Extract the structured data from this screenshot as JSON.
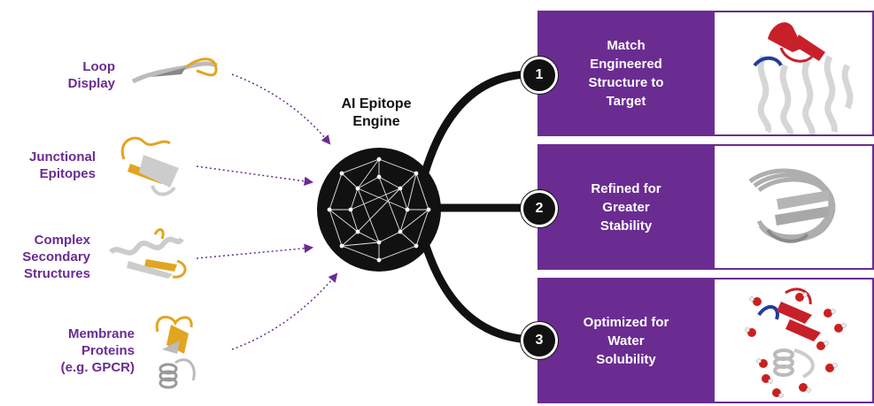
{
  "inputs": [
    {
      "lines": [
        "Loop",
        "Display"
      ]
    },
    {
      "lines": [
        "Junctional",
        "Epitopes"
      ]
    },
    {
      "lines": [
        "Complex",
        "Secondary",
        "Structures"
      ]
    },
    {
      "lines": [
        "Membrane",
        "Proteins",
        "(e.g. GPCR)"
      ]
    }
  ],
  "engine": {
    "lines": [
      "AI Epitope",
      "Engine"
    ]
  },
  "outputs": [
    {
      "number": "1",
      "lines": [
        "Match",
        "Engineered",
        "Structure to",
        "Target"
      ]
    },
    {
      "number": "2",
      "lines": [
        "Refined for",
        "Greater",
        "Stability"
      ]
    },
    {
      "number": "3",
      "lines": [
        "Optimized for",
        "Water",
        "Solubility"
      ]
    }
  ],
  "colors": {
    "purple": "#6a2c91",
    "gold": "#e2a521",
    "red": "#c8202a",
    "blue": "#1f3c9e",
    "black": "#111111"
  }
}
